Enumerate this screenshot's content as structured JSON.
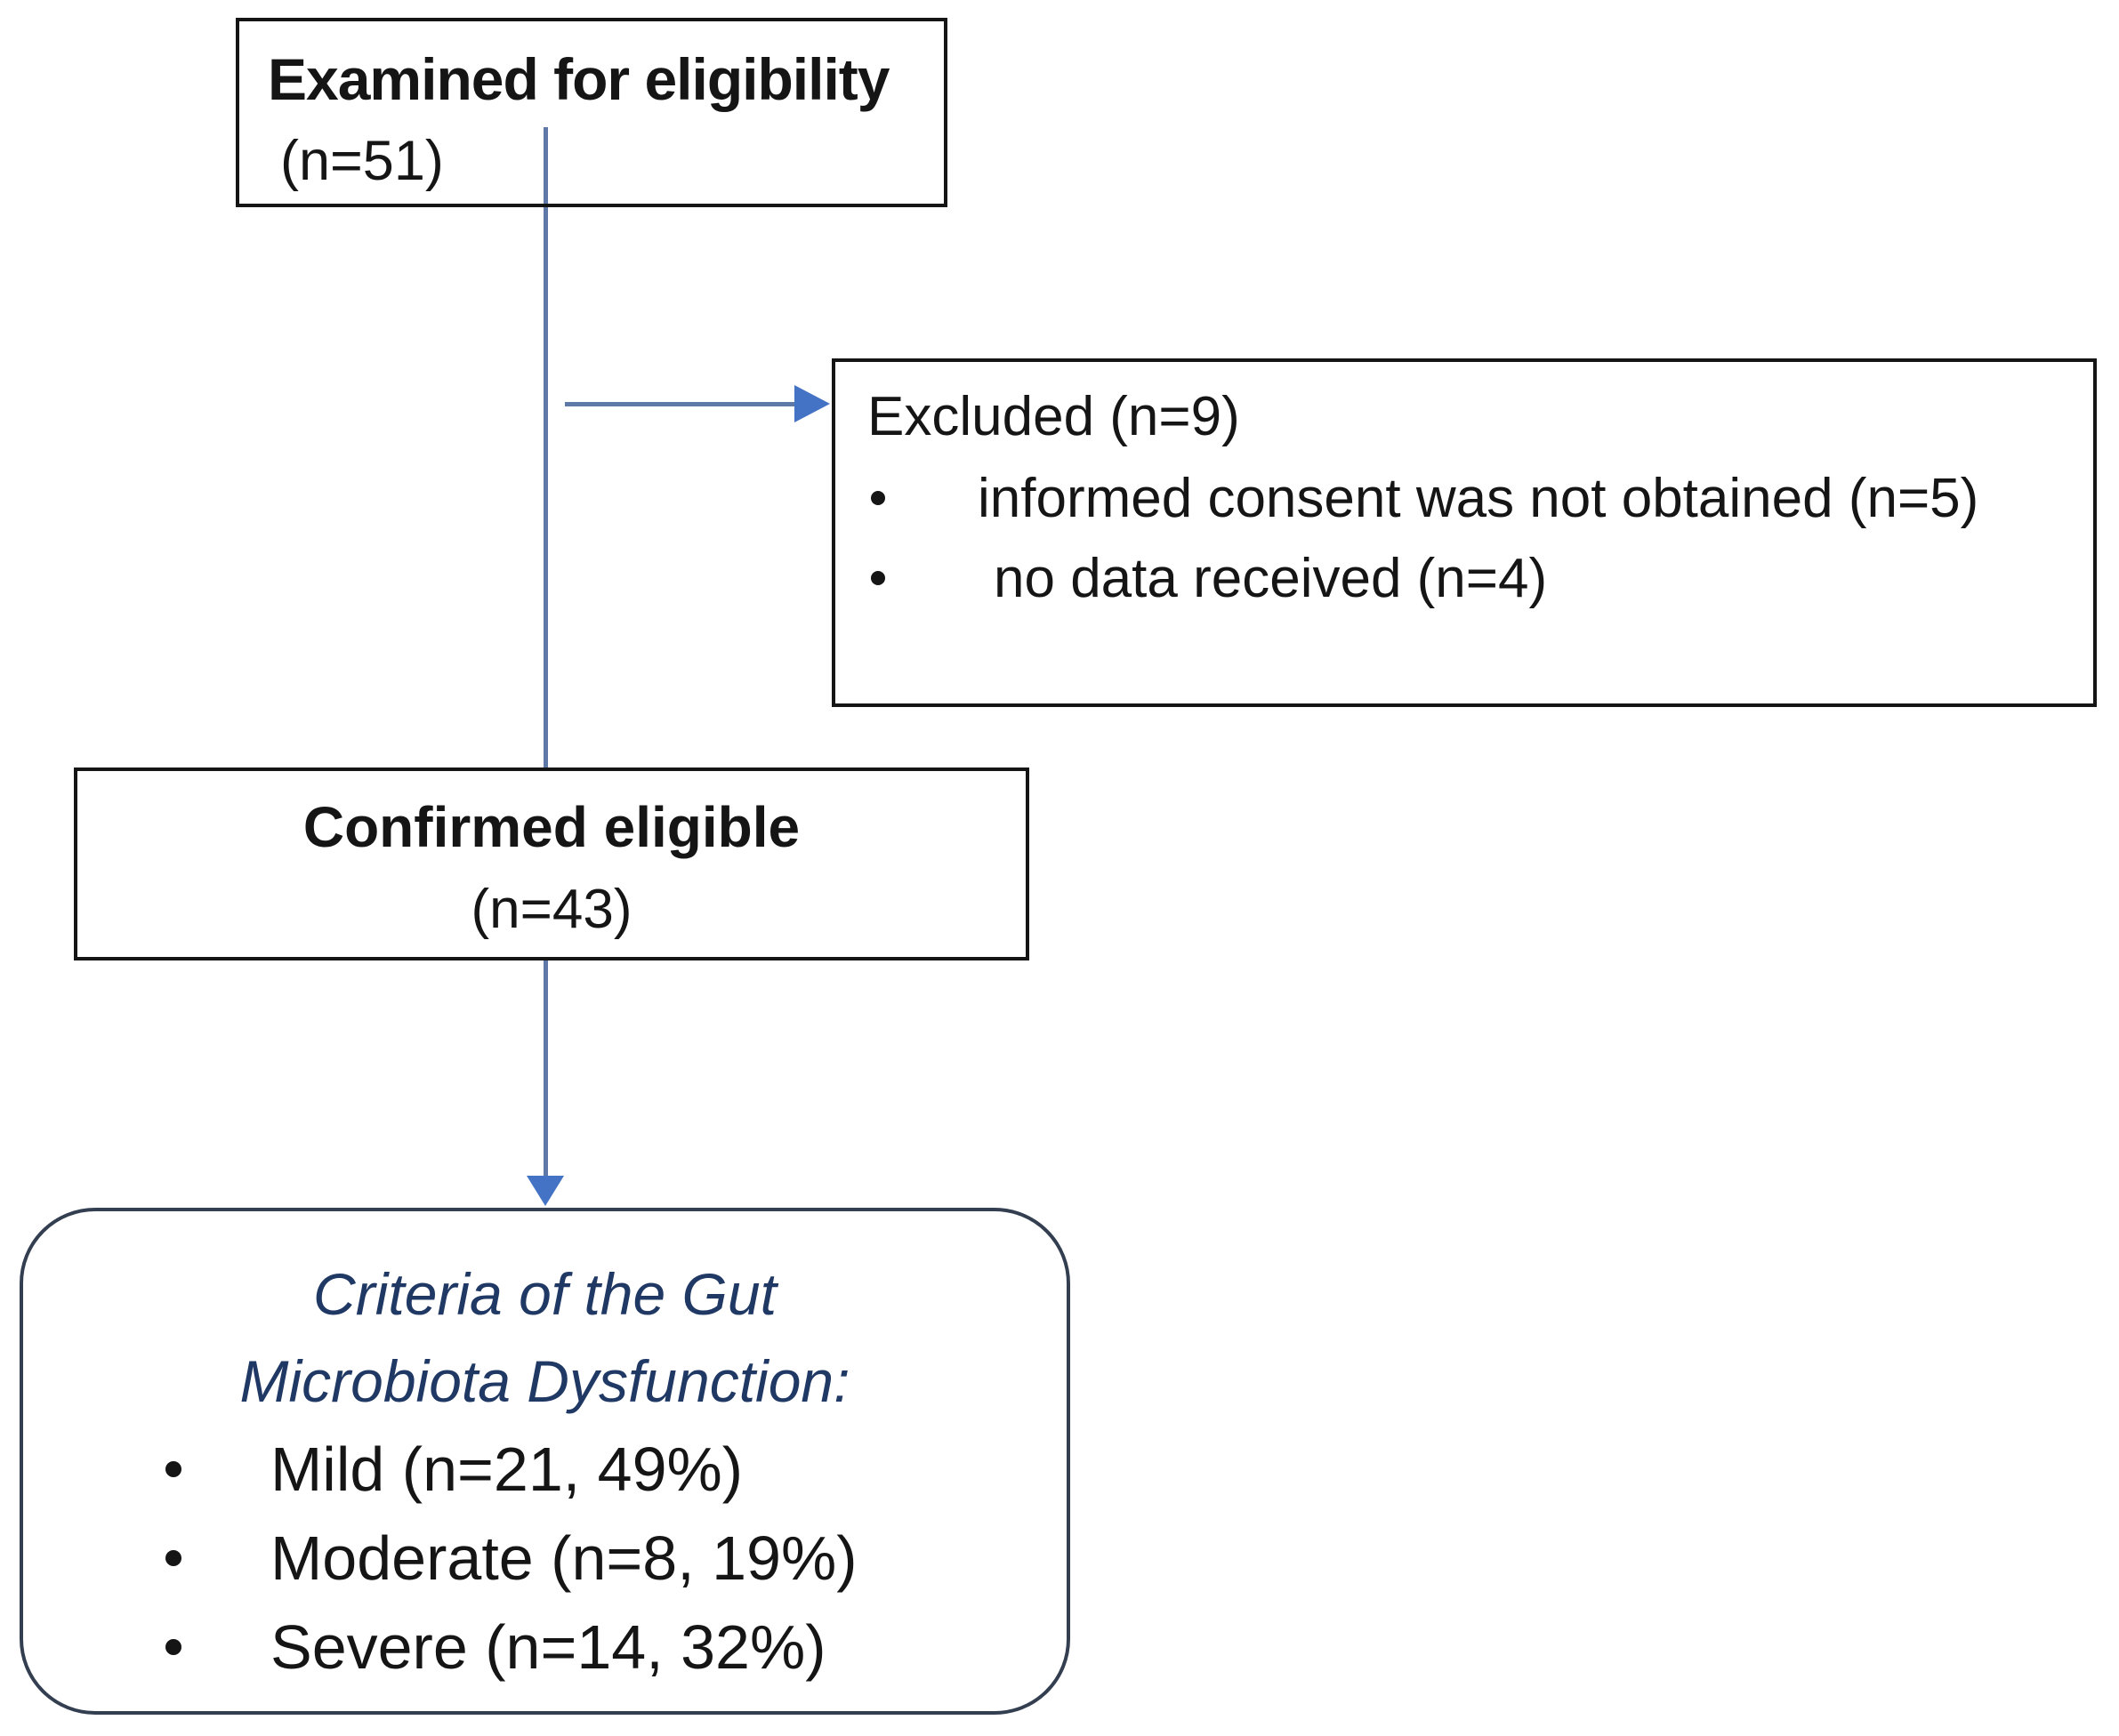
{
  "figure": {
    "colors": {
      "background": "#ffffff",
      "connector_line": "#5E78A8",
      "arrowhead": "#4472C4",
      "box_border": "#151515",
      "criteria_border": "#333F50",
      "criteria_title_text": "#1F3864",
      "body_text": "#151515"
    },
    "nodes": {
      "examined": {
        "title": "Examined for eligibility",
        "subtitle": "(n=51)"
      },
      "excluded": {
        "title": "Excluded (n=9)",
        "bullets": [
          "informed consent was not obtained (n=5)",
          "no data received (n=4)"
        ]
      },
      "confirmed": {
        "title": "Confirmed eligible",
        "subtitle": "(n=43)"
      },
      "criteria": {
        "title_line1": "Criteria of the Gut",
        "title_line2": "Microbiota Dysfunction:",
        "bullets": [
          "Mild (n=21, 49%)",
          "Moderate (n=8, 19%)",
          "Severe (n=14, 32%)"
        ]
      }
    }
  }
}
